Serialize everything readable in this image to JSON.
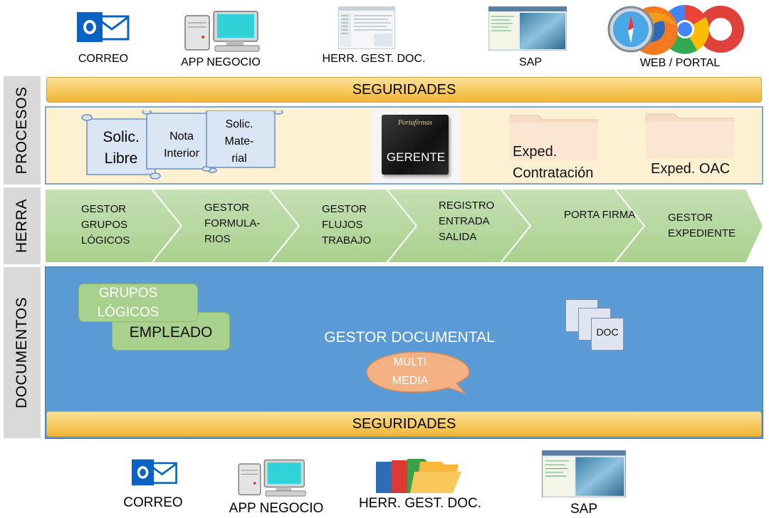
{
  "top_apps": [
    {
      "icon": "outlook-icon",
      "label": "CORREO"
    },
    {
      "icon": "computer-icon",
      "label": "APP NEGOCIO"
    },
    {
      "icon": "document-manager-icon",
      "label": "HERR. GEST. DOC."
    },
    {
      "icon": "sap-screen-icon",
      "label": "SAP"
    },
    {
      "icon": "browsers-icon",
      "label": "WEB / PORTAL"
    }
  ],
  "layers": {
    "procesos": "PROCESOS",
    "herra": "HERRA",
    "documentos": "DOCUMENTOS"
  },
  "seguridades_top": "SEGURIDADES",
  "seguridades_bottom": "SEGURIDADES",
  "procesos": {
    "notes": [
      {
        "line1": "Solic.",
        "line2": "Libre"
      },
      {
        "line1": "Nota",
        "line2": "Interior"
      },
      {
        "line1": "Solic.",
        "line2": "Mate-",
        "line3": "rial"
      }
    ],
    "portafirmas_label": "GERENTE",
    "portafirmas_brand": "Portafirmas",
    "folders": [
      {
        "line1": "Exped.",
        "line2": "Contratación"
      },
      {
        "line1": "Exped. OAC"
      }
    ]
  },
  "herra": {
    "tools": [
      {
        "lines": [
          "GESTOR",
          "GRUPOS",
          "LÓGICOS"
        ]
      },
      {
        "lines": [
          "GESTOR",
          "FORMULA-",
          "RIOS"
        ]
      },
      {
        "lines": [
          "GESTOR",
          "FLUJOS",
          "TRABAJO"
        ]
      },
      {
        "lines": [
          "REGISTRO",
          "ENTRADA",
          "SALIDA"
        ]
      },
      {
        "lines": [
          "PORTA FIRMA"
        ]
      },
      {
        "lines": [
          "GESTOR",
          "EXPEDIENTE"
        ]
      }
    ]
  },
  "documentos": {
    "grupos_line1": "GRUPOS",
    "grupos_line2": "LÓGICOS",
    "empleado": "EMPLEADO",
    "gestor": "GESTOR DOCUMENTAL",
    "multimedia_line1": "MULTI",
    "multimedia_line2": "MEDIA",
    "doc": "DOC"
  },
  "bottom_apps": [
    {
      "icon": "outlook-icon",
      "label": "CORREO"
    },
    {
      "icon": "computer-icon",
      "label": "APP NEGOCIO"
    },
    {
      "icon": "folders-icon",
      "label": "HERR. GEST. DOC."
    },
    {
      "icon": "sap-screen-icon",
      "label": "SAP"
    }
  ],
  "colors": {
    "procesos_bg": "#fdf1d2",
    "herra_green": "#a9d18e",
    "documentos_blue": "#5b9bd5",
    "seguridades": "#f7c95c"
  }
}
